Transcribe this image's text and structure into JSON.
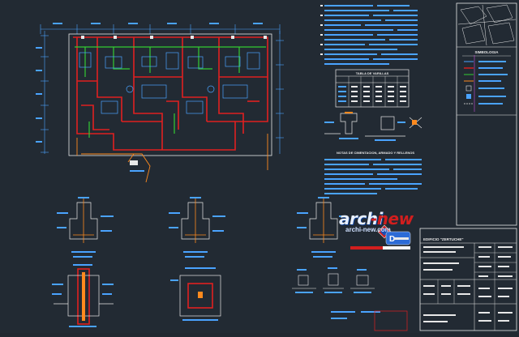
{
  "drawing": {
    "legend_title": "SIMBOLOGIA",
    "table_title": "TABLA DE VARILLAS",
    "notes_title": "NOTAS DE CIMENTACION, ARMADO Y RELLENOS",
    "project_label": "EDIFICIO \"ZERTUCHE\""
  },
  "watermark": {
    "brand_part1": "archi",
    "brand_part2": "-new",
    "url": "archi-new.com"
  },
  "colors": {
    "background": "#222a33",
    "wall_red": "#e02020",
    "pipe_green": "#33cc33",
    "dim_blue": "#4aa3ff",
    "accent_orange": "#ff8a1e",
    "line_white": "#e8e8e8"
  }
}
